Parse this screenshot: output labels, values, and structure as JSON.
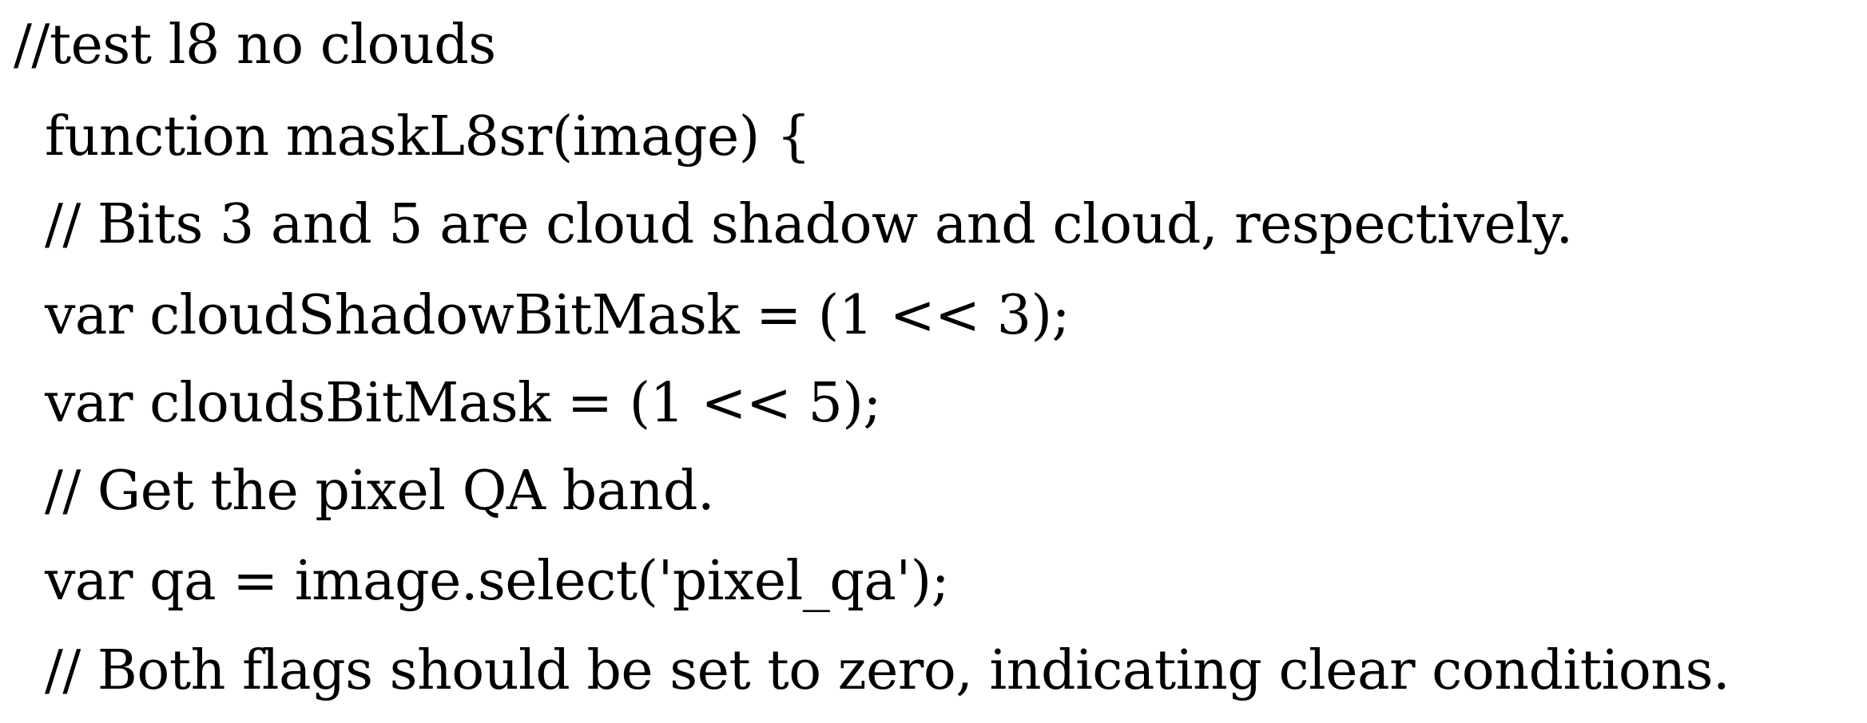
{
  "code": {
    "lines": [
      "//test l8 no clouds",
      "function maskL8sr(image) {",
      "// Bits 3 and 5 are cloud shadow and cloud, respectively.",
      "var cloudShadowBitMask = (1 << 3);",
      "var cloudsBitMask = (1 << 5);",
      "// Get the pixel QA band.",
      "var qa = image.select('pixel_qa');",
      "// Both flags should be set to zero, indicating clear conditions."
    ]
  }
}
